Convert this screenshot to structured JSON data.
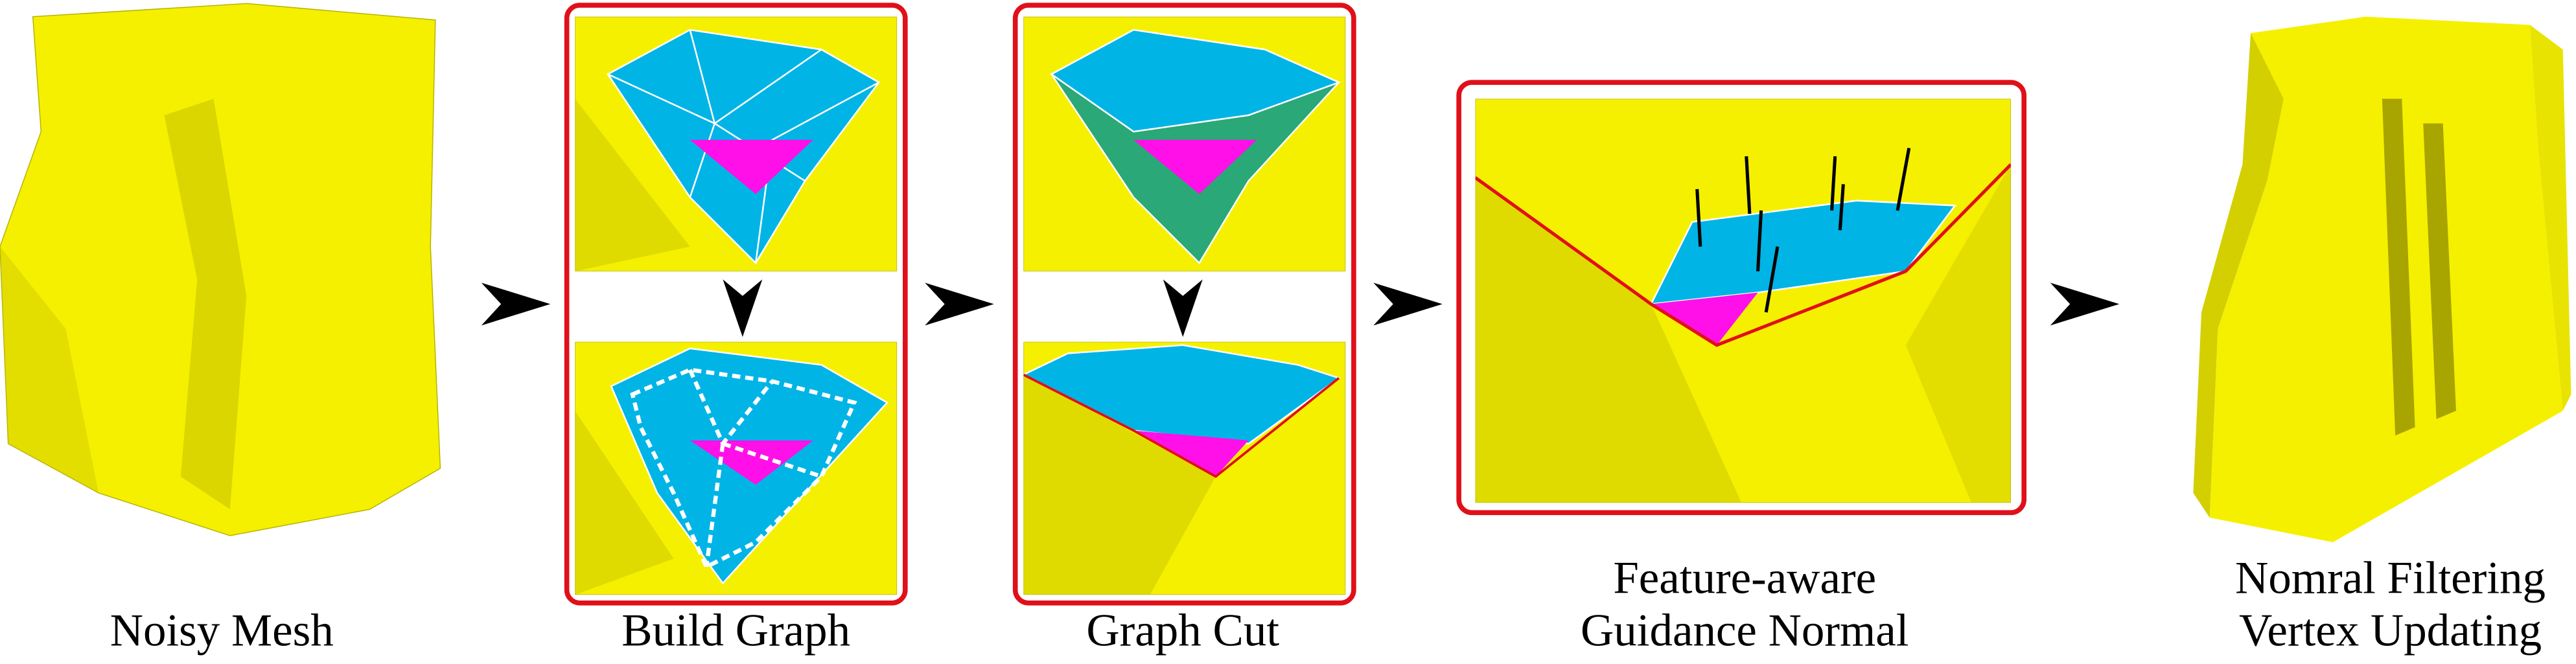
{
  "stages": [
    {
      "label": "Noisy Mesh"
    },
    {
      "label": "Build Graph"
    },
    {
      "label": "Graph Cut"
    },
    {
      "label_line1": "Feature-aware",
      "label_line2": "Guidance Normal"
    },
    {
      "label_line1": "Nomral Filtering",
      "label_line2": "Vertex Updating"
    }
  ],
  "colors": {
    "mesh": "#f5f000",
    "feature_face": "#00b4e6",
    "center_face": "#ff10e8",
    "cut_region": "#2aa877",
    "frame": "#e0101a"
  }
}
